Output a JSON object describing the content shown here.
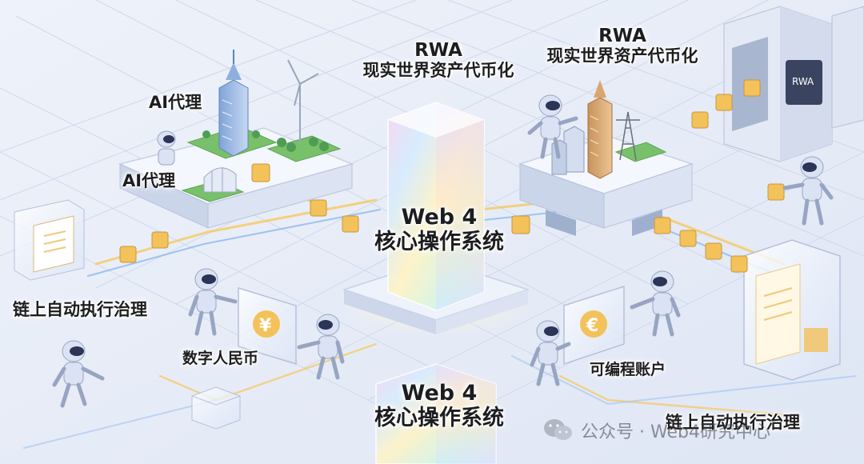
{
  "labels": {
    "ai_agent_top": "AI代理",
    "ai_agent_bottom": "AI代理",
    "rwa_center_title": "RWA",
    "rwa_center_subtitle": "现实世界资产代币化",
    "rwa_right_title": "RWA",
    "rwa_right_subtitle": "现实世界资产代币化",
    "web4_center_title": "Web 4",
    "web4_center_subtitle": "核心操作系统",
    "web4_bottom_title": "Web 4",
    "web4_bottom_subtitle": "核心操作系统",
    "governance_left": "链上自动执行治理",
    "governance_right": "链上自动执行治理",
    "digital_rmb": "数字人民币",
    "programmable_account": "可编程账户"
  },
  "glyphs": {
    "yuan": "¥",
    "euro": "€",
    "rwa_machine": "RWA"
  },
  "watermark": {
    "text": "公众号 · Web4研究中心"
  },
  "colors": {
    "background": "#e9eef8",
    "platform": "#d7deef",
    "token_gold": "#f3c25a",
    "trace_gold": "#f6c85e",
    "trace_blue": "#7fb0ee",
    "robot": "#dbe2f3",
    "robot_visor": "#2a3557",
    "grass": "#79c06a"
  }
}
